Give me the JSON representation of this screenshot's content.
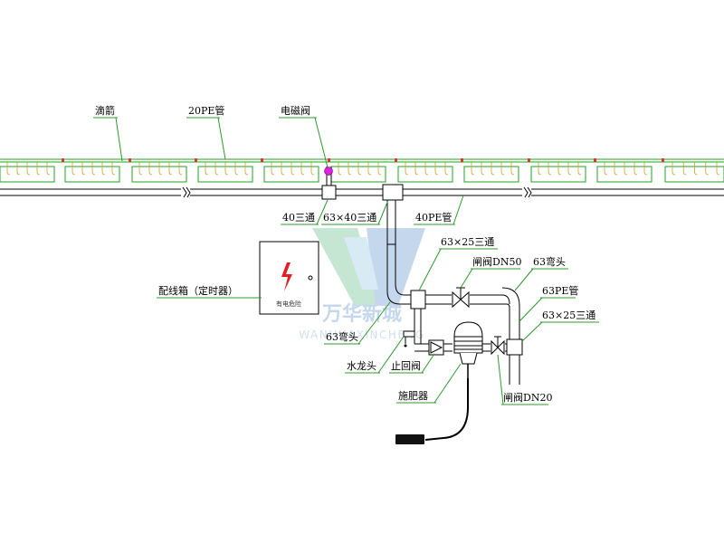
{
  "labels": {
    "dripper": "滴箭",
    "pe20": "20PE管",
    "solenoid": "电磁阀",
    "tee40": "40三通",
    "tee63x40": "63×40三通",
    "pe40": "40PE管",
    "tee63x25_top": "63×25三通",
    "gate_dn50": "闸阀DN50",
    "elbow63_right": "63弯头",
    "pe63": "63PE管",
    "tee63x25_right": "63×25三通",
    "control_box": "配线箱（定时器）",
    "elbow63_left": "63弯头",
    "faucet": "水龙头",
    "check_valve": "止回阀",
    "fertilizer": "施肥器",
    "gate_dn20": "闸阀DN20"
  },
  "box_warning": "有电危险",
  "watermark": {
    "cn": "万华新城",
    "en": "WANHUAXINCHENG"
  },
  "colors": {
    "leader": "#2c9a2c",
    "bed": "#1fa31f",
    "drip_marker": "#e83030",
    "solenoid": "#e020e0",
    "warning_symbol": "#e02020",
    "watermark_green": "#7fc9a0",
    "watermark_blue": "#7fa8d8"
  }
}
